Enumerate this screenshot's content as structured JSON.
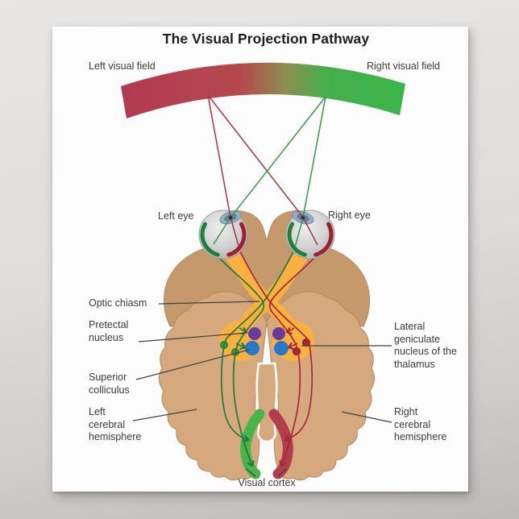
{
  "poster": {
    "title": "The Visual Projection Pathway",
    "field_bar": {
      "left_label": "Left visual field",
      "right_label": "Right visual field",
      "left_color": "#b23a51",
      "right_color": "#3ab549"
    },
    "eyes": {
      "left_label": "Left eye",
      "right_label": "Right eye"
    },
    "annotations": {
      "optic_chiasm": "Optic chiasm",
      "pretectal_nucleus": "Pretectal\nnucleus",
      "superior_colliculus": "Superior\ncolliculus",
      "lateral_geniculate": "Lateral\ngeniculate\nnucleus of the\nthalamus",
      "left_hemisphere": "Left\ncerebral\nhemisphere",
      "right_hemisphere": "Right\ncerebral\nhemisphere",
      "visual_cortex": "Visual cortex"
    },
    "colors": {
      "field_red": "#b23a51",
      "field_green": "#3ab549",
      "fiber_green": "#1e7c3c",
      "fiber_red": "#a6293a",
      "optic_nerve_yellow": "#fbb040",
      "pretectal_purple": "#6b3a9e",
      "colliculus_blue": "#2679c4",
      "lgn_green_dot": "#2e9c4c",
      "lgn_red_dot": "#ae2433",
      "cortex_green": "#49b449",
      "cortex_red": "#b33c4d",
      "brain_light": "#d5a87d",
      "brain_dark": "#c6996c",
      "eye_gray": "#cfcfcf",
      "lens_blue": "#97adc2",
      "label_text": "#3c3c3c"
    }
  }
}
